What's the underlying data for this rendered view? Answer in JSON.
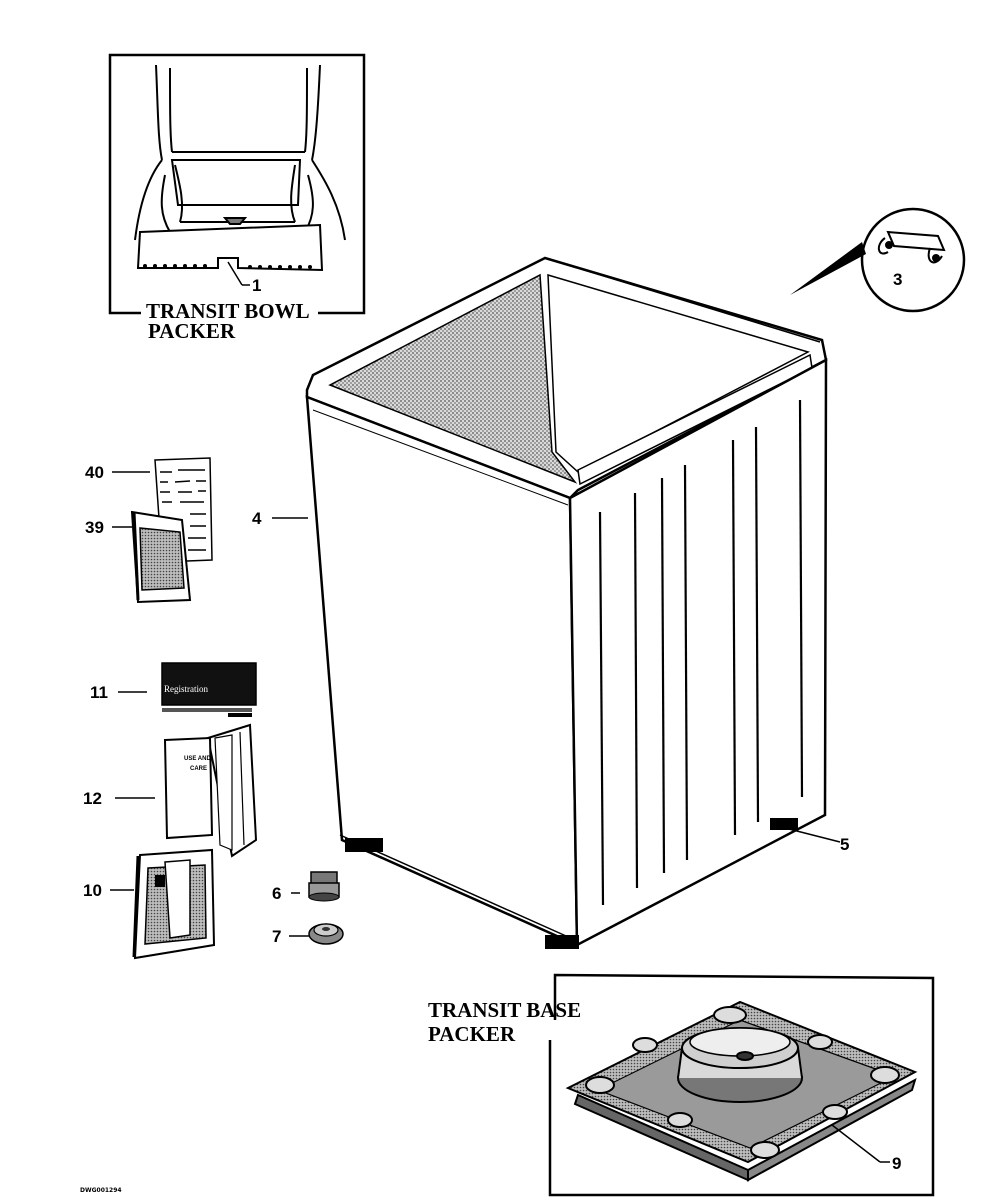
{
  "drawing_id": "DWG001294",
  "callouts": {
    "c1": "1",
    "c3": "3",
    "c4": "4",
    "c5": "5",
    "c6": "6",
    "c7": "7",
    "c9": "9",
    "c10": "10",
    "c11": "11",
    "c12": "12",
    "c39": "39",
    "c40": "40"
  },
  "captions": {
    "bowl_line1": "TRANSIT BOWL",
    "bowl_line2": "PACKER",
    "base_line1": "TRANSIT BASE",
    "base_line2": "PACKER"
  },
  "card": {
    "title": "Registration"
  },
  "manual": {
    "line1": "USE AND",
    "line2": "CARE"
  }
}
